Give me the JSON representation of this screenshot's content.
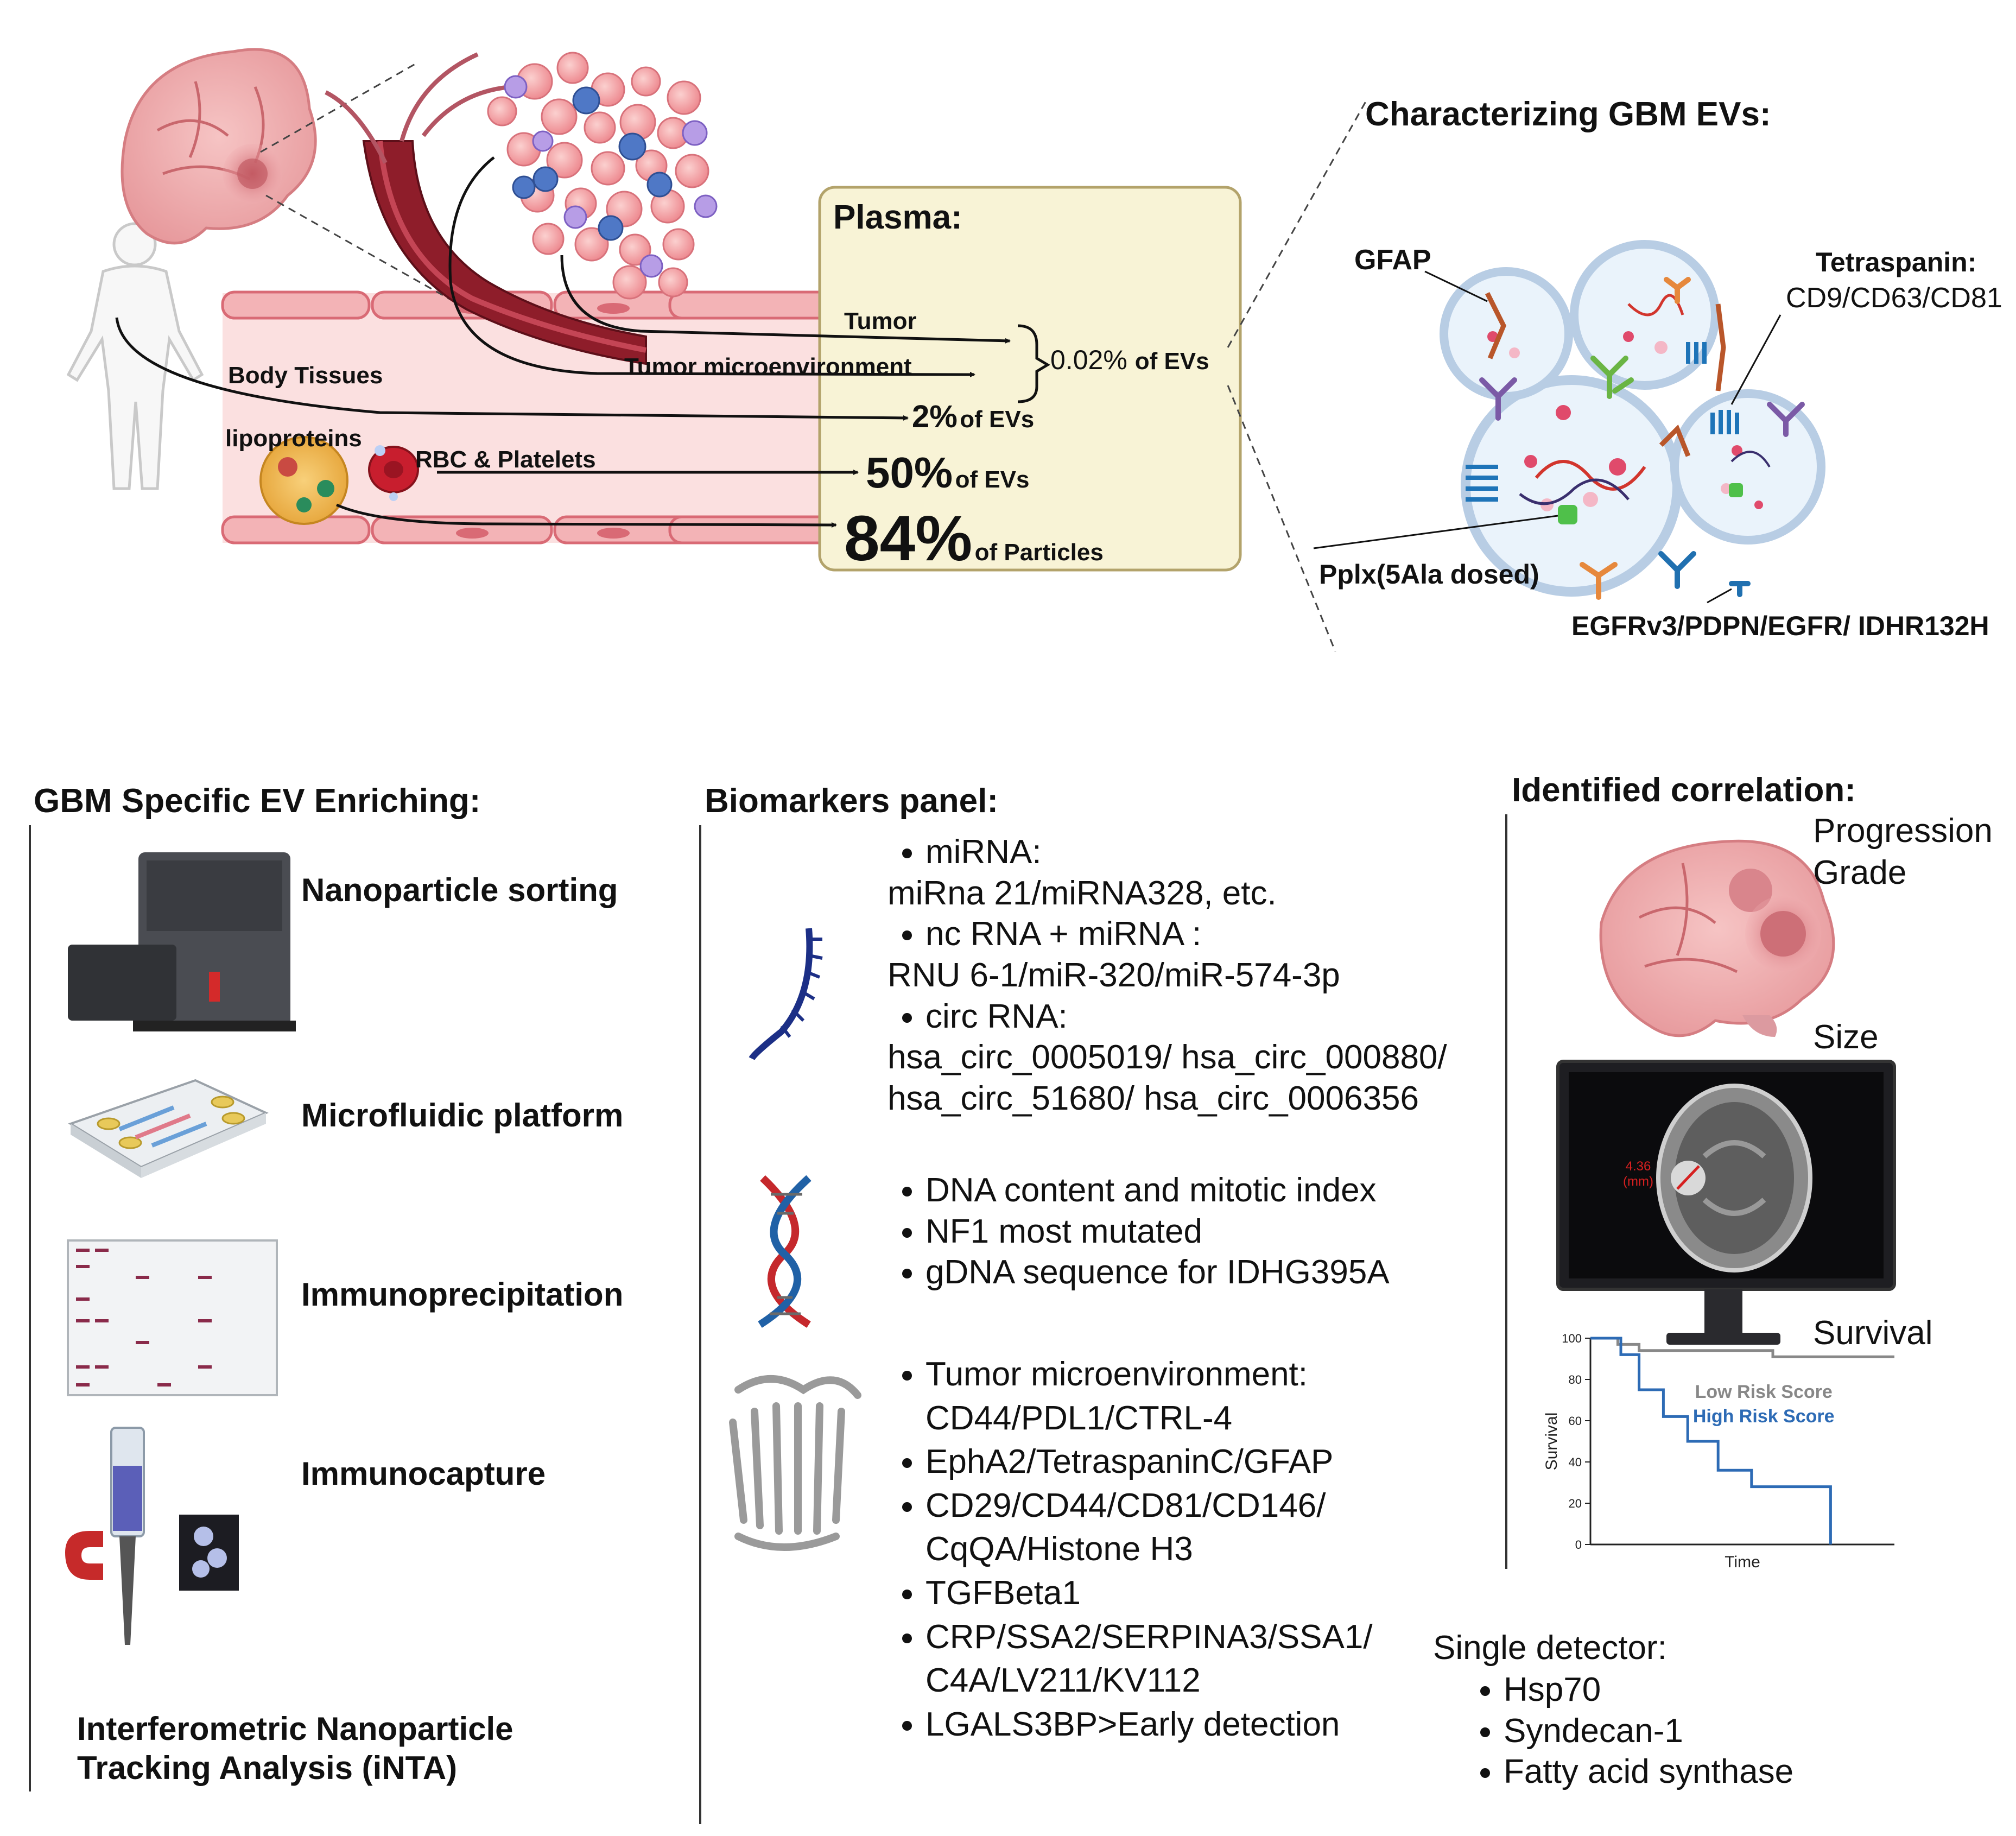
{
  "top": {
    "characterizing_title": "Characterizing GBM EVs:",
    "plasma_title": "Plasma:",
    "labels": {
      "tumor": "Tumor",
      "tumor_microenvironment": "Tumor microenvironment",
      "body_tissues": "Body Tissues",
      "lipoproteins": "lipoproteins",
      "rbc_platelets": "RBC & Platelets"
    },
    "fractions": {
      "tumor_pct": "0.02%",
      "tumor_unit": "of EVs",
      "body_pct": "2%",
      "body_unit": "of EVs",
      "rbc_pct": "50%",
      "rbc_unit": "of EVs",
      "lipo_pct": "84%",
      "lipo_unit": "of Particles"
    },
    "ev_labels": {
      "gfap": "GFAP",
      "tetraspanin_title": "Tetraspanin:",
      "tetraspanin_list": "CD9/CD63/CD81",
      "pplx": "Pplx(5Ala dosed)",
      "egfr": "EGFRv3/PDPN/EGFR/ IDHR132H"
    }
  },
  "enriching": {
    "title": "GBM Specific EV Enriching:",
    "methods": [
      "Nanoparticle sorting",
      "Microfluidic platform",
      "Immunoprecipitation",
      "Immunocapture"
    ],
    "inta_line1": "Interferometric Nanoparticle",
    "inta_line2": "Tracking Analysis (iNTA)"
  },
  "biomarkers": {
    "title": "Biomarkers panel:",
    "rna": {
      "mirna": "miRNA:",
      "mirna_detail": "miRna 21/miRNA328, etc.",
      "ncrna": "nc RNA + miRNA :",
      "ncrna_detail": "RNU 6-1/miR-320/miR-574-3p",
      "circrna": "circ RNA:",
      "circrna_detail1": "hsa_circ_0005019/ hsa_circ_000880/",
      "circrna_detail2": "hsa_circ_51680/ hsa_circ_0006356"
    },
    "dna": [
      "DNA content and mitotic index",
      "NF1 most mutated",
      "gDNA sequence for IDHG395A"
    ],
    "protein": {
      "tme": "Tumor microenvironment:",
      "tme_detail": "CD44/PDL1/CTRL-4",
      "epha2": "EphA2/TetraspaninC/GFAP",
      "cd29": "CD29/CD44/CD81/CD146/",
      "cd29_cont": "CqQA/Histone H3",
      "tgf": "TGFBeta1",
      "crp": "CRP/SSA2/SERPINA3/SSA1/",
      "crp_cont": "C4A/LV211/KV112",
      "lgals": "LGALS3BP>Early detection"
    }
  },
  "correlation": {
    "title": "Identified correlation:",
    "progression": "Progression",
    "grade": "Grade",
    "size": "Size",
    "survival": "Survival",
    "mri_measure_value": "4.36",
    "mri_measure_unit": "(mm)",
    "km_legend_low": "Low Risk Score",
    "km_legend_high": "High Risk Score",
    "km_ylabel": "Survival",
    "km_xlabel": "Time",
    "km_yticks": [
      "100",
      "80",
      "60",
      "40",
      "20",
      "0"
    ]
  },
  "single_detector": {
    "title": "Single detector:",
    "items": [
      "Hsp70",
      "Syndecan-1",
      "Fatty acid synthase"
    ]
  },
  "colors": {
    "tissue_pink": "#f8dcdc",
    "cell_border": "#d96a75",
    "plasma_bg": "#f8f3d6",
    "plasma_border": "#b3a36b",
    "km_low": "#888888",
    "km_high": "#2d6bb5",
    "mri_measure": "#d62020"
  },
  "chart_data": {
    "type": "line",
    "title": "",
    "xlabel": "Time",
    "ylabel": "Survival",
    "ylim": [
      0,
      100
    ],
    "yticks": [
      0,
      20,
      40,
      60,
      80,
      100
    ],
    "x_range": [
      0,
      10
    ],
    "series": [
      {
        "name": "Low Risk Score",
        "step": true,
        "x": [
          0,
          0.9,
          1.6,
          3.2,
          6.0,
          10.0
        ],
        "y": [
          100,
          97,
          94,
          94,
          91,
          91
        ]
      },
      {
        "name": "High Risk Score",
        "step": true,
        "x": [
          0,
          1.0,
          1.6,
          2.4,
          3.2,
          4.2,
          5.3,
          6.6,
          7.9,
          7.9
        ],
        "y": [
          100,
          92,
          75,
          62,
          50,
          36,
          28,
          28,
          28,
          0
        ]
      }
    ]
  }
}
